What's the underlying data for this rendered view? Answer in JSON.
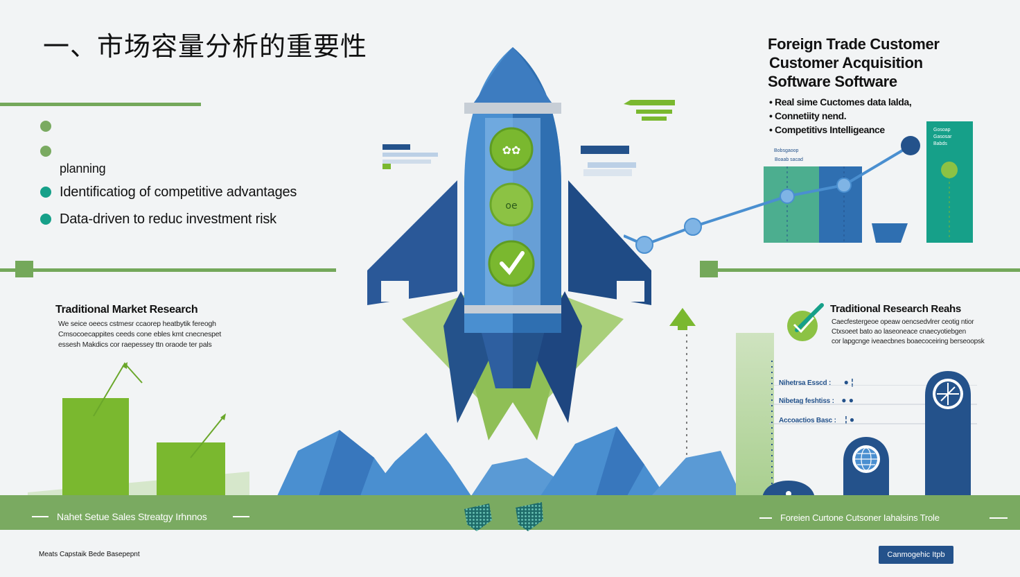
{
  "title": "一、市场容量分析的重要性",
  "left_list": [
    {
      "text": "planning",
      "dot": false
    },
    {
      "text": "Identificatiog of competitive advantages",
      "dot": true
    },
    {
      "text": "Data-driven to reduc investment risk",
      "dot": true
    }
  ],
  "right_heading": {
    "lines": [
      "Foreign Trade Customer",
      "Customer Acquisition",
      "Software Software"
    ],
    "bullets": [
      "Real sime Cuctomes data lalda,",
      "Connetiity nend.",
      "Competitivs Intelligeance"
    ]
  },
  "right_chart": {
    "legend_a": "Bobsgaoop",
    "legend_b": "Boaab sacad",
    "side_label": [
      "Gosoap",
      "Gasosar",
      "Babds"
    ]
  },
  "traditional_market": {
    "title": "Traditional Market Research",
    "body": [
      "We seice oeecs cstmesr ccaorep heatbytik fereogh",
      "Cmsocoecappites ceeds cone ebles kmt cnecnespet",
      "essesh Makdics cor raepessey ttn oraode ter pals"
    ]
  },
  "traditional_reach": {
    "title": "Traditional Research Reahs",
    "body": [
      "Caecfestergeoe opeaw oencsedvlrer ceotig ntior",
      "Ctxsoeet bato ao laseoneace cnaecyotiebgen",
      "cor lapgcnge iveaecbnes boaecoceiring berseoopsk"
    ]
  },
  "metrics": [
    {
      "label": "Nihetrsa Esscd :"
    },
    {
      "label": "Nibetag feshtiss :"
    },
    {
      "label": "Accoactios Basc :"
    }
  ],
  "band": {
    "left": "Nahet Setue Sales Streatgy Irhnnos",
    "right": "Foreien Curtone Cutsoner Iahalsins Trole"
  },
  "footer": {
    "left": "Meats Capstaik Bede Basepepnt",
    "button": "Canmogehic Itpb"
  },
  "icons": [
    "rocket-icon",
    "check-icon",
    "globe-icon",
    "compass-icon",
    "pen-icon",
    "arrow-up-icon"
  ],
  "colors": {
    "green": "#7aaa61",
    "lime": "#86b72e",
    "blue": "#2f6fb1",
    "navy": "#24528b",
    "teal": "#16a089"
  }
}
